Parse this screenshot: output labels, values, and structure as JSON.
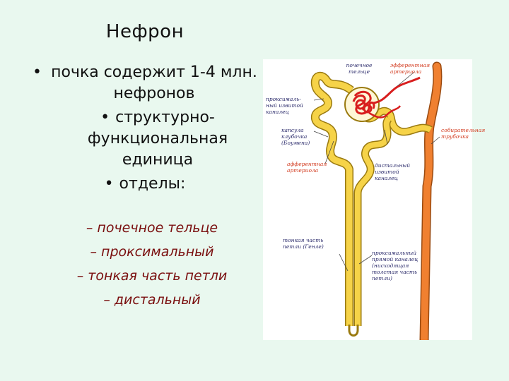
{
  "slide": {
    "title": "Нефрон",
    "bullets": [
      {
        "text": "почка содержит 1-4 млн. нефронов"
      },
      {
        "text": "структурно-функциональная единица"
      },
      {
        "text": "отделы:"
      }
    ],
    "bullet_glyph": "•",
    "subitems": [
      "– почечное тельце",
      "– проксимальный",
      "– тонкая часть петли",
      "– дистальный"
    ]
  },
  "figure": {
    "labels": {
      "renal_corpuscle": "почечное тельце",
      "efferent_arteriole": "эфферентная артериола",
      "proximal_convoluted": "проксималь-ный извитой каналец",
      "capsule": "капсула клубочка (Боумена)",
      "collecting_duct": "собирательная трубочка",
      "afferent_arteriole": "афферентная артериола",
      "distal_convoluted": "дистальный извитой каналец",
      "thin_loop": "тонкая часть петли (Генле)",
      "proximal_straight": "проксимальный прямой каналец (нисходящая толстая часть петли)"
    },
    "colors": {
      "tubule": "#f6d348",
      "tubule_edge": "#9a7a10",
      "collecting": "#f08030",
      "vessel": "#d81e1e",
      "label_dark": "#2b2b6b",
      "label_red": "#d23a1e"
    }
  }
}
